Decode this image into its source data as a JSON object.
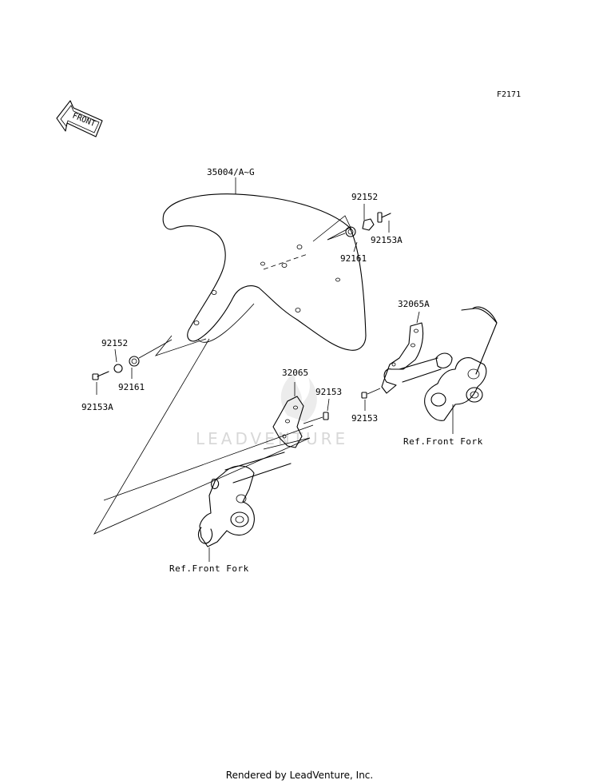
{
  "diagram_code": "F2171",
  "front_arrow_label": "FRONT",
  "watermark": "LEADVENTURE",
  "callouts": {
    "fender": "35004/A~G",
    "washer_top": "92152",
    "collar_top": "92161",
    "bolt_top": "92153A",
    "washer_left": "92152",
    "collar_left": "92161",
    "bolt_left": "92153A",
    "bracket_left": "32065",
    "bolt_mid": "92153",
    "bracket_right": "32065A",
    "bolt_right": "92153"
  },
  "refs": {
    "fork_right": "Ref.Front Fork",
    "fork_left": "Ref.Front Fork"
  },
  "footer": "Rendered by LeadVenture, Inc."
}
